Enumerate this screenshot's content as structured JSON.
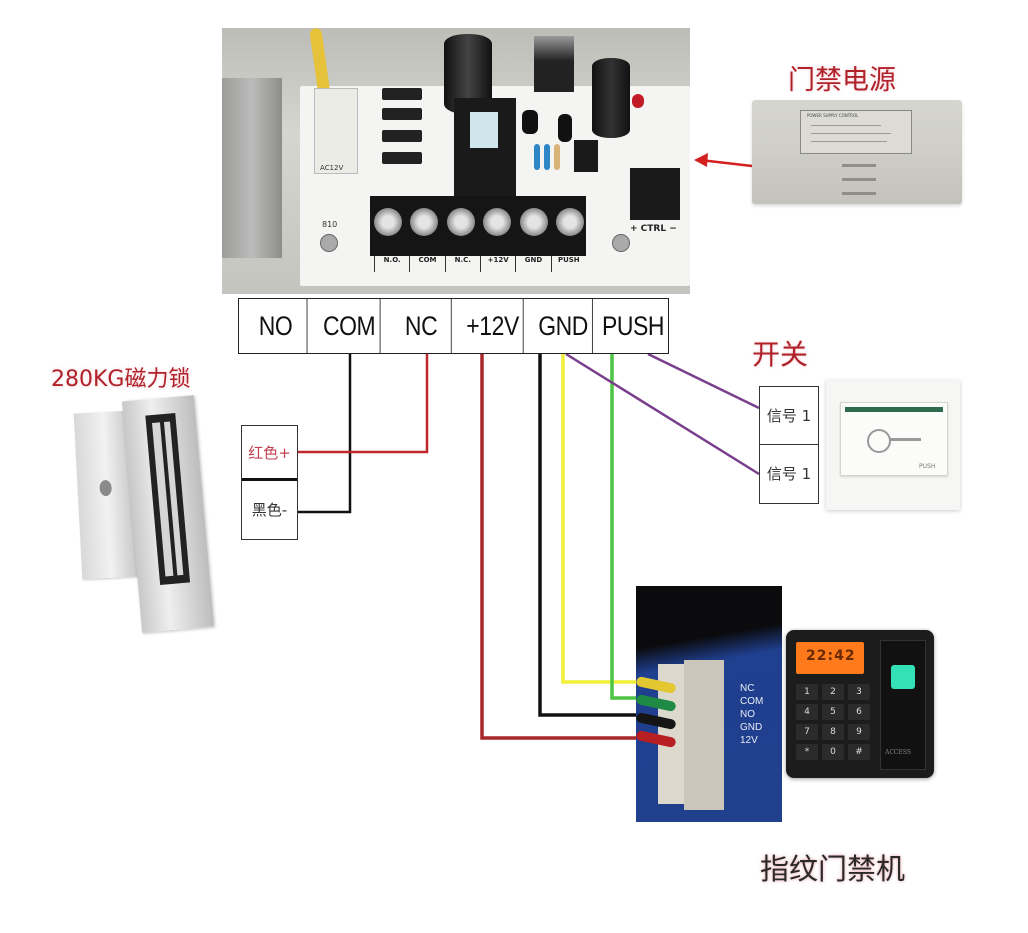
{
  "title": "门禁电源 wiring diagram",
  "power_supply": {
    "label": "门禁电源",
    "pcb_terminals": [
      "N.O.",
      "COM",
      "N.C.",
      "+12V",
      "GND",
      "PUSH"
    ],
    "pcb_marks": {
      "ac_label": "AC12V",
      "screw_label": "810",
      "ctrl_label": "+ CTRL −"
    },
    "enclosure_caption": "POWER SUPPLY CONTROL"
  },
  "terminal_strip": {
    "cells": [
      "NO",
      "COM",
      "NC",
      "+12V",
      "GND",
      "PUSH"
    ]
  },
  "maglock": {
    "label": "280KG磁力锁",
    "wires": {
      "positive": "红色+",
      "negative": "黑色-"
    }
  },
  "switch": {
    "label": "开关",
    "signals": [
      "信号 1",
      "信号 1"
    ],
    "plate_text": "PUSH"
  },
  "fingerprint_reader": {
    "label": "指纹门禁机",
    "connector_pins": [
      "NC",
      "COM",
      "NO",
      "GND",
      "12V"
    ],
    "display_time": "22:42",
    "keypad": [
      "1",
      "2",
      "3",
      "4",
      "5",
      "6",
      "7",
      "8",
      "9",
      "*",
      "0",
      "#"
    ],
    "brand": "ACCESS"
  },
  "wire_colors": {
    "red": "#a8282c",
    "black": "#111111",
    "yellow": "#f0f03a",
    "green": "#4cc444",
    "purple": "#7a3f8c",
    "maglock_red": "#c0282c",
    "arrow": "#d42020"
  }
}
